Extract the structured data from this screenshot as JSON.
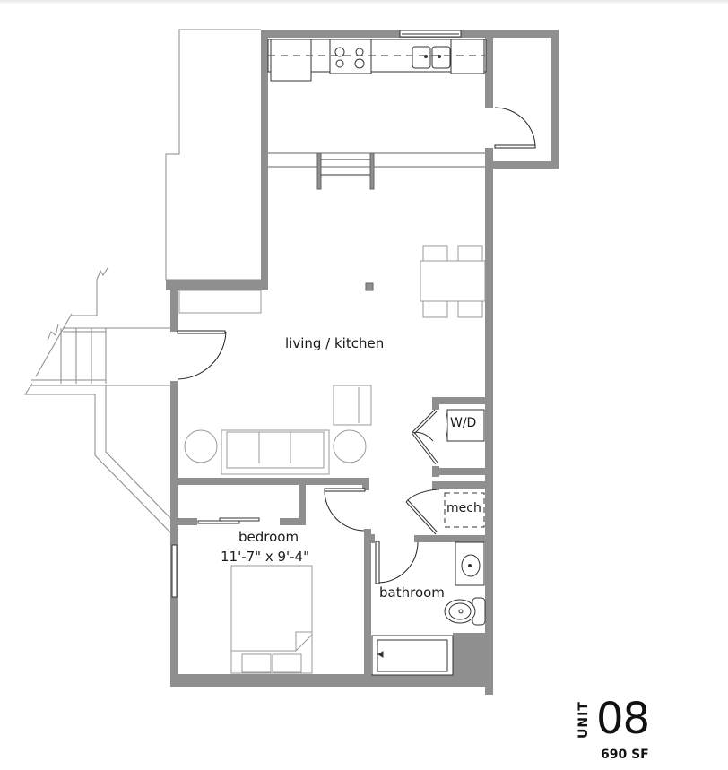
{
  "plan": {
    "unit_word": "UNIT",
    "unit_number": "08",
    "area": "690 SF",
    "colors": {
      "wall": "#8f8f8f",
      "line": "#333333",
      "furniture": "#9a9a9a",
      "background": "#ffffff"
    },
    "rooms": [
      {
        "id": "living-kitchen",
        "label": "living / kitchen"
      },
      {
        "id": "bedroom",
        "label": "bedroom",
        "dimensions": "11'-7\" x 9'-4\""
      },
      {
        "id": "bathroom",
        "label": "bathroom"
      }
    ],
    "fixtures": {
      "washer_dryer": "W/D",
      "mechanical": "mech"
    }
  }
}
